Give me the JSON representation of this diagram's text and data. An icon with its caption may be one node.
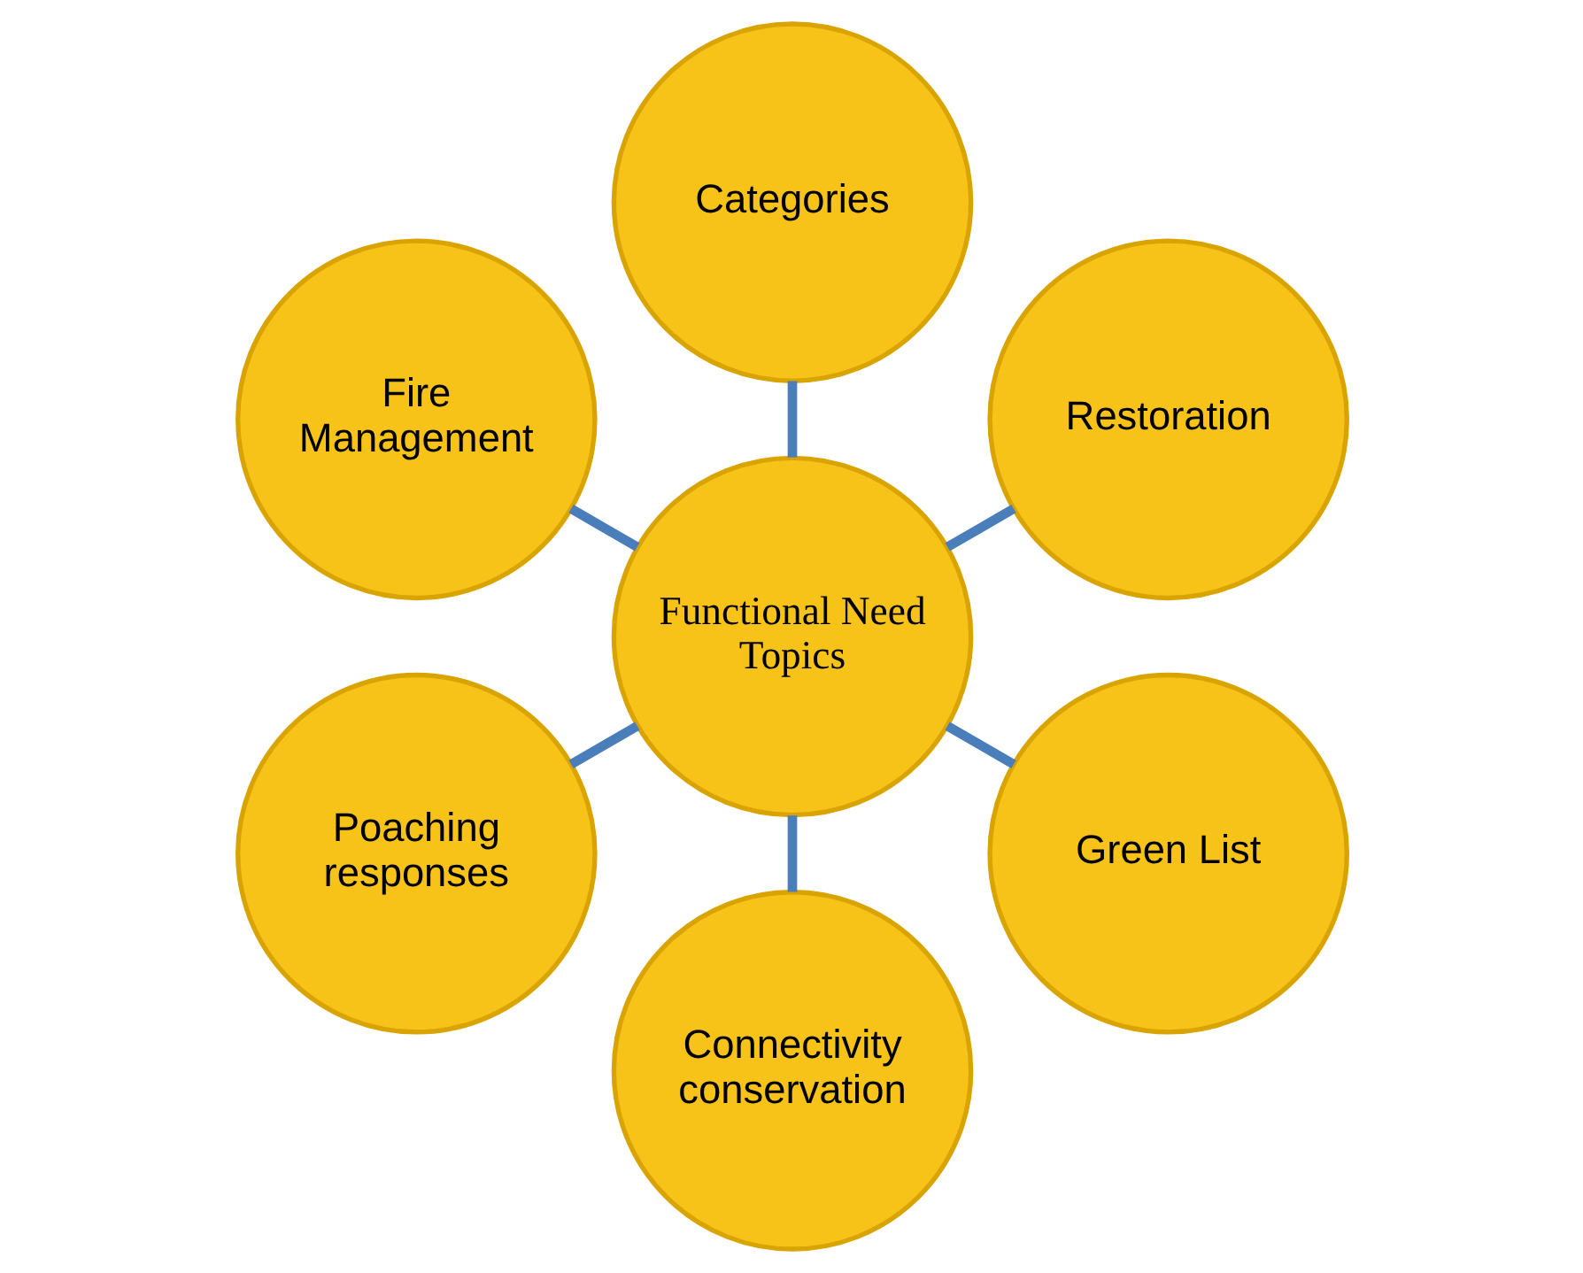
{
  "diagram": {
    "nodes": [
      {
        "text": [
          "Restoration"
        ]
      },
      {
        "text": [
          "Categories"
        ]
      },
      {
        "text": [
          "Fire Management"
        ]
      },
      {
        "text": [
          "Functional Need Topics"
        ]
      },
      {
        "text": [
          "Poaching responses"
        ]
      },
      {
        "text": [
          "Connectivity conservation"
        ]
      },
      {
        "text": [
          "Green List"
        ]
      }
    ],
    "edges": [
      {
        "from": 3,
        "to": 0,
        "arrow": "none"
      },
      {
        "from": 3,
        "to": 2,
        "arrow": "none"
      },
      {
        "from": 3,
        "to": 5,
        "arrow": "none"
      },
      {
        "from": 3,
        "to": 6,
        "arrow": "none"
      },
      {
        "from": 3,
        "to": 4,
        "arrow": "none"
      },
      {
        "from": 3,
        "to": 1,
        "arrow": "none"
      }
    ]
  }
}
